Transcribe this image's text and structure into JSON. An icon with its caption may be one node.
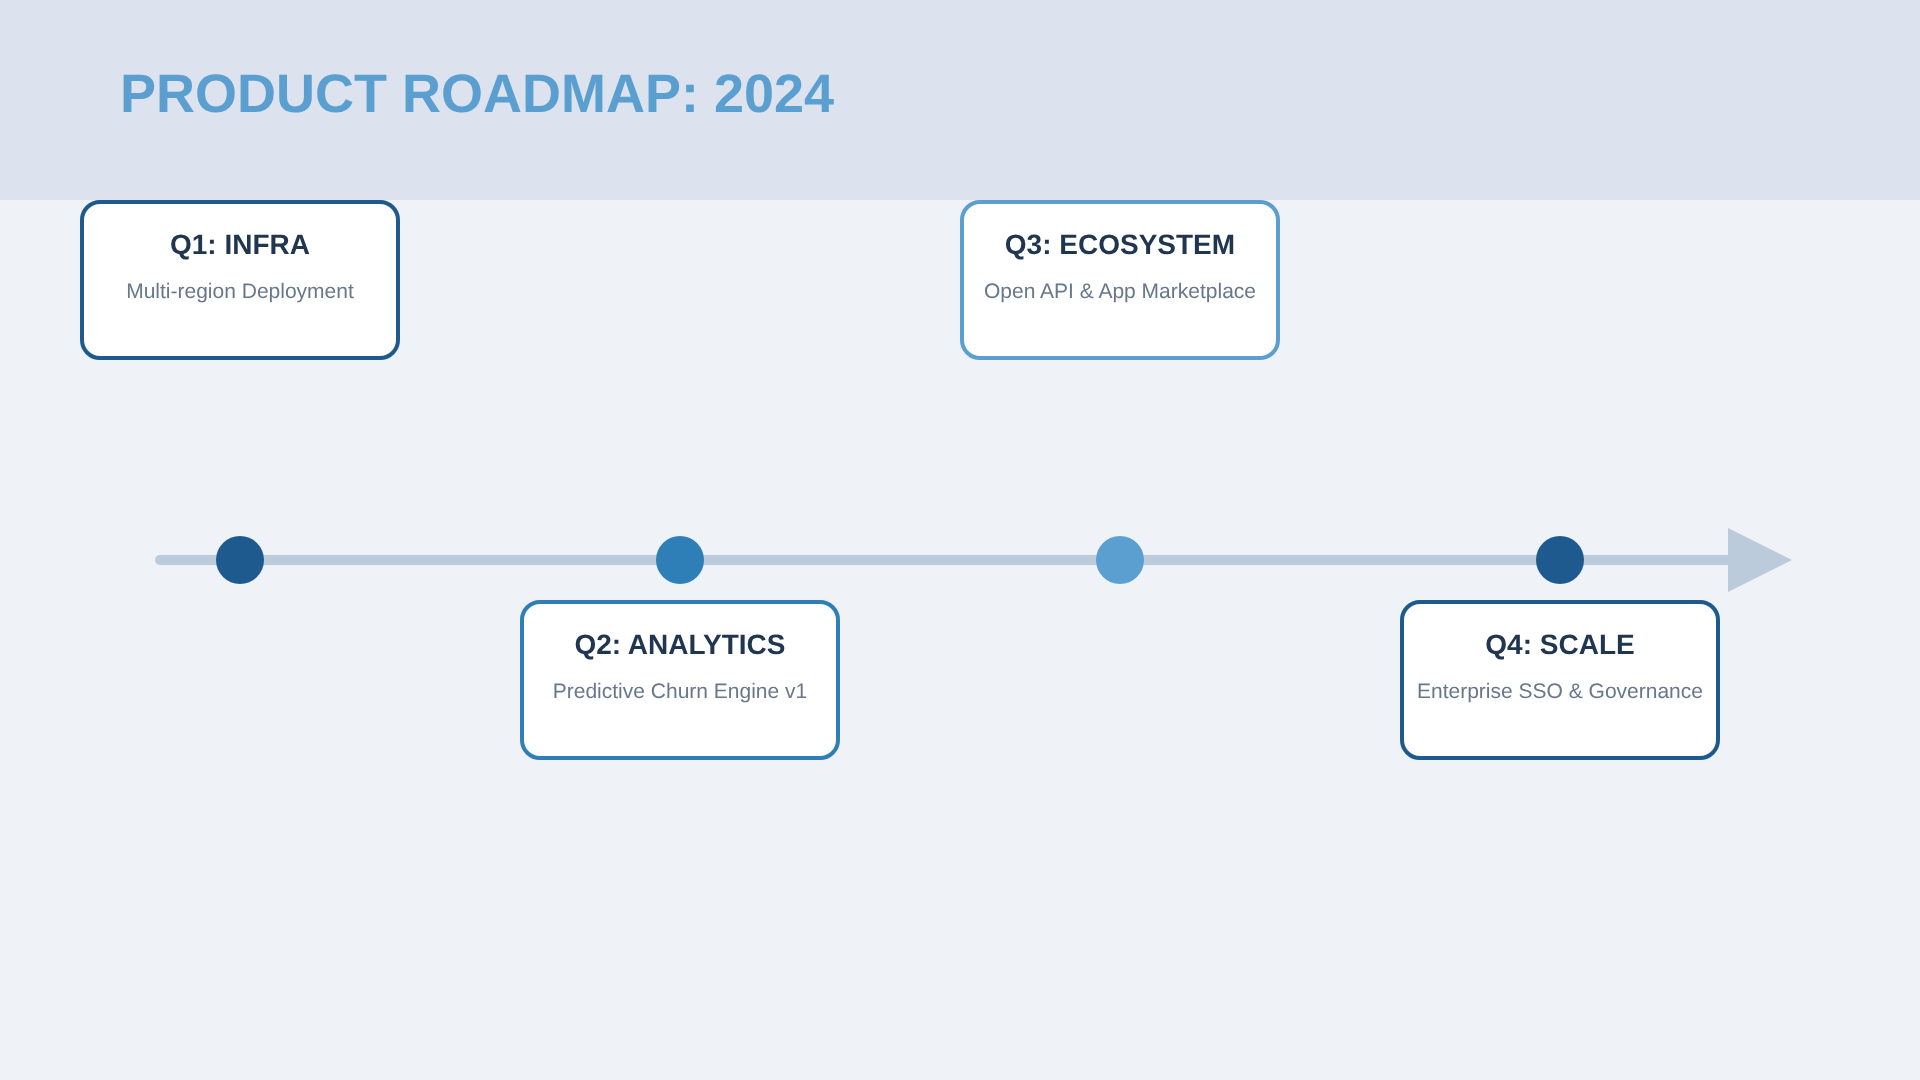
{
  "diagram": {
    "title": "PRODUCT ROADMAP: 2024",
    "nodes": [
      {
        "text": [
          "Q1: INFRA",
          "Multi-region Deployment"
        ]
      },
      {
        "text": [
          "Q2: ANALYTICS",
          "Predictive Churn Engine v1"
        ]
      },
      {
        "text": [
          "Q3: ECOSYSTEM",
          "Open API & App Marketplace"
        ]
      },
      {
        "text": [
          "Q4: SCALE",
          "Enterprise SSO & Governance"
        ]
      }
    ]
  }
}
